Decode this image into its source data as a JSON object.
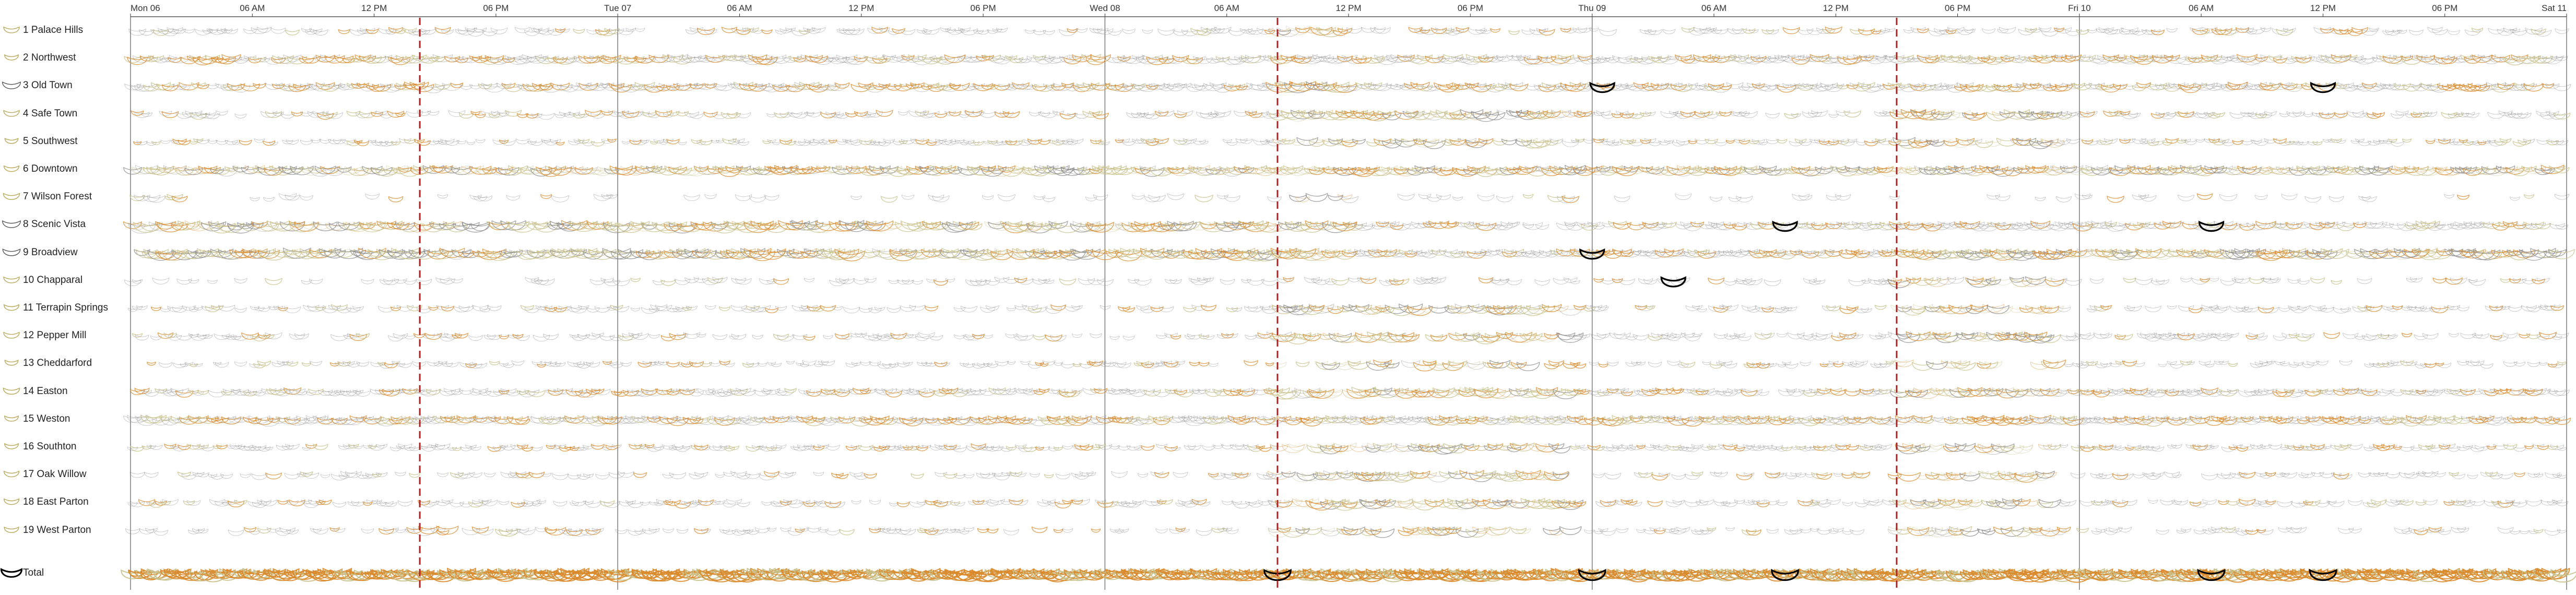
{
  "chart_data": {
    "type": "scatter",
    "x_axis": {
      "start": "2020-04-06T00:00",
      "end": "2020-04-11T00:00",
      "ticks": [
        {
          "t": "2020-04-06T00:00",
          "label": "Mon 06",
          "major": true
        },
        {
          "t": "2020-04-06T06:00",
          "label": "06 AM",
          "major": false
        },
        {
          "t": "2020-04-06T12:00",
          "label": "12 PM",
          "major": false
        },
        {
          "t": "2020-04-06T18:00",
          "label": "06 PM",
          "major": false
        },
        {
          "t": "2020-04-07T00:00",
          "label": "Tue 07",
          "major": true
        },
        {
          "t": "2020-04-07T06:00",
          "label": "06 AM",
          "major": false
        },
        {
          "t": "2020-04-07T12:00",
          "label": "12 PM",
          "major": false
        },
        {
          "t": "2020-04-07T18:00",
          "label": "06 PM",
          "major": false
        },
        {
          "t": "2020-04-08T00:00",
          "label": "Wed 08",
          "major": true
        },
        {
          "t": "2020-04-08T06:00",
          "label": "06 AM",
          "major": false
        },
        {
          "t": "2020-04-08T12:00",
          "label": "12 PM",
          "major": false
        },
        {
          "t": "2020-04-08T18:00",
          "label": "06 PM",
          "major": false
        },
        {
          "t": "2020-04-09T00:00",
          "label": "Thu 09",
          "major": true
        },
        {
          "t": "2020-04-09T06:00",
          "label": "06 AM",
          "major": false
        },
        {
          "t": "2020-04-09T12:00",
          "label": "12 PM",
          "major": false
        },
        {
          "t": "2020-04-09T18:00",
          "label": "06 PM",
          "major": false
        },
        {
          "t": "2020-04-10T00:00",
          "label": "Fri 10",
          "major": true
        },
        {
          "t": "2020-04-10T06:00",
          "label": "06 AM",
          "major": false
        },
        {
          "t": "2020-04-10T12:00",
          "label": "12 PM",
          "major": false
        },
        {
          "t": "2020-04-10T18:00",
          "label": "06 PM",
          "major": false
        },
        {
          "t": "2020-04-11T00:00",
          "label": "Sat 11",
          "major": true
        }
      ]
    },
    "event_lines": [
      {
        "t": "2020-04-06T14:15",
        "color": "#b22222"
      },
      {
        "t": "2020-04-08T08:30",
        "color": "#b22222"
      },
      {
        "t": "2020-04-09T15:00",
        "color": "#b22222"
      }
    ],
    "colors": {
      "high": "#d98a2b",
      "mid": "#c8c089",
      "low": "#8c8c8c",
      "highlight": "#000000"
    },
    "series": [
      {
        "name": "1 Palace Hills",
        "density": 0.55,
        "glyph": 0.5,
        "bands": [
          {
            "from": "2020-04-08T08:30",
            "to": "2020-04-08T12:00",
            "level": 0.7
          }
        ]
      },
      {
        "name": "2 Northwest",
        "density": 0.95,
        "glyph": 0.35,
        "bands": [
          {
            "from": "2020-04-06T00:00",
            "to": "2020-04-11T00:00",
            "level": 0.45
          }
        ]
      },
      {
        "name": "3 Old Town",
        "density": 0.9,
        "glyph": 0.7,
        "bands": [
          {
            "from": "2020-04-06T14:00",
            "to": "2020-04-06T23:00",
            "level": 0.5
          },
          {
            "from": "2020-04-08T08:30",
            "to": "2020-04-08T12:00",
            "level": 0.9
          }
        ],
        "highlights": [
          "2020-04-09T00:30",
          "2020-04-10T12:00"
        ]
      },
      {
        "name": "4 Safe Town",
        "density": 0.6,
        "glyph": 0.5,
        "bands": [
          {
            "from": "2020-04-08T08:30",
            "to": "2020-04-08T23:00",
            "level": 0.8
          },
          {
            "from": "2020-04-09T15:00",
            "to": "2020-04-09T23:00",
            "level": 0.75
          }
        ]
      },
      {
        "name": "5 Southwest",
        "density": 0.7,
        "glyph": 0.3,
        "bands": [
          {
            "from": "2020-04-08T08:30",
            "to": "2020-04-08T23:00",
            "level": 0.6
          },
          {
            "from": "2020-04-09T15:00",
            "to": "2020-04-09T23:00",
            "level": 0.55
          }
        ]
      },
      {
        "name": "6 Downtown",
        "density": 1.0,
        "glyph": 0.45,
        "bands": [
          {
            "from": "2020-04-06T00:00",
            "to": "2020-04-11T00:00",
            "level": 0.6
          }
        ]
      },
      {
        "name": "7 Wilson Forest",
        "density": 0.2,
        "glyph": 0.55,
        "bands": [
          {
            "from": "2020-04-08T08:30",
            "to": "2020-04-08T12:00",
            "level": 0.6
          }
        ]
      },
      {
        "name": "8 Scenic Vista",
        "density": 0.75,
        "glyph": 0.7,
        "bands": [
          {
            "from": "2020-04-06T00:00",
            "to": "2020-04-08T12:00",
            "level": 0.85
          }
        ],
        "highlights": [
          "2020-04-09T09:30",
          "2020-04-10T06:30"
        ]
      },
      {
        "name": "9 Broadview",
        "density": 0.95,
        "glyph": 0.65,
        "bands": [
          {
            "from": "2020-04-06T00:00",
            "to": "2020-04-08T12:00",
            "level": 0.9
          },
          {
            "from": "2020-04-09T15:00",
            "to": "2020-04-11T00:00",
            "level": 0.85
          }
        ],
        "highlights": [
          "2020-04-09T00:00"
        ]
      },
      {
        "name": "10 Chapparal",
        "density": 0.35,
        "glyph": 0.5,
        "bands": [
          {
            "from": "2020-04-09T15:00",
            "to": "2020-04-09T23:00",
            "level": 0.6
          }
        ],
        "highlights": [
          "2020-04-09T04:00"
        ]
      },
      {
        "name": "11 Terrapin Springs",
        "density": 0.5,
        "glyph": 0.45,
        "bands": [
          {
            "from": "2020-04-08T08:30",
            "to": "2020-04-08T23:00",
            "level": 0.7
          },
          {
            "from": "2020-04-09T15:00",
            "to": "2020-04-09T23:00",
            "level": 0.65
          }
        ]
      },
      {
        "name": "12 Pepper Mill",
        "density": 0.5,
        "glyph": 0.5,
        "bands": [
          {
            "from": "2020-04-08T08:30",
            "to": "2020-04-08T23:00",
            "level": 0.8
          },
          {
            "from": "2020-04-09T15:00",
            "to": "2020-04-09T23:00",
            "level": 0.75
          }
        ]
      },
      {
        "name": "13 Cheddarford",
        "density": 0.55,
        "glyph": 0.3,
        "bands": [
          {
            "from": "2020-04-08T08:30",
            "to": "2020-04-08T23:00",
            "level": 0.55
          },
          {
            "from": "2020-04-09T15:00",
            "to": "2020-04-09T23:00",
            "level": 0.55
          }
        ]
      },
      {
        "name": "14 Easton",
        "density": 0.8,
        "glyph": 0.55,
        "bands": [
          {
            "from": "2020-04-08T08:30",
            "to": "2020-04-08T23:00",
            "level": 0.75
          },
          {
            "from": "2020-04-09T15:00",
            "to": "2020-04-09T23:00",
            "level": 0.7
          }
        ]
      },
      {
        "name": "15 Weston",
        "density": 0.95,
        "glyph": 0.35,
        "bands": [
          {
            "from": "2020-04-06T00:00",
            "to": "2020-04-11T00:00",
            "level": 0.5
          }
        ]
      },
      {
        "name": "16 Southton",
        "density": 0.7,
        "glyph": 0.35,
        "bands": [
          {
            "from": "2020-04-08T08:30",
            "to": "2020-04-08T23:00",
            "level": 0.6
          },
          {
            "from": "2020-04-09T15:00",
            "to": "2020-04-09T23:00",
            "level": 0.6
          }
        ]
      },
      {
        "name": "17 Oak Willow",
        "density": 0.45,
        "glyph": 0.45,
        "bands": [
          {
            "from": "2020-04-08T08:30",
            "to": "2020-04-08T23:00",
            "level": 0.7
          },
          {
            "from": "2020-04-09T15:00",
            "to": "2020-04-09T23:00",
            "level": 0.7
          }
        ]
      },
      {
        "name": "18 East Parton",
        "density": 0.6,
        "glyph": 0.45,
        "bands": [
          {
            "from": "2020-04-08T08:30",
            "to": "2020-04-08T23:00",
            "level": 0.75
          },
          {
            "from": "2020-04-09T15:00",
            "to": "2020-04-09T23:00",
            "level": 0.7
          }
        ]
      },
      {
        "name": "19 West Parton",
        "density": 0.45,
        "glyph": 0.4,
        "bands": [
          {
            "from": "2020-04-06T14:00",
            "to": "2020-04-06T23:00",
            "level": 0.5
          },
          {
            "from": "2020-04-08T08:30",
            "to": "2020-04-08T23:00",
            "level": 0.6
          },
          {
            "from": "2020-04-09T15:00",
            "to": "2020-04-09T23:00",
            "level": 0.55
          }
        ]
      },
      {
        "name": "Total",
        "density": 1.0,
        "glyph": 0.9,
        "total": true,
        "bands": [
          {
            "from": "2020-04-06T00:00",
            "to": "2020-04-11T00:00",
            "level": 0.95
          }
        ],
        "highlights": [
          "2020-04-08T08:30",
          "2020-04-09T00:00",
          "2020-04-09T09:30",
          "2020-04-10T06:30",
          "2020-04-10T12:00"
        ]
      }
    ]
  }
}
